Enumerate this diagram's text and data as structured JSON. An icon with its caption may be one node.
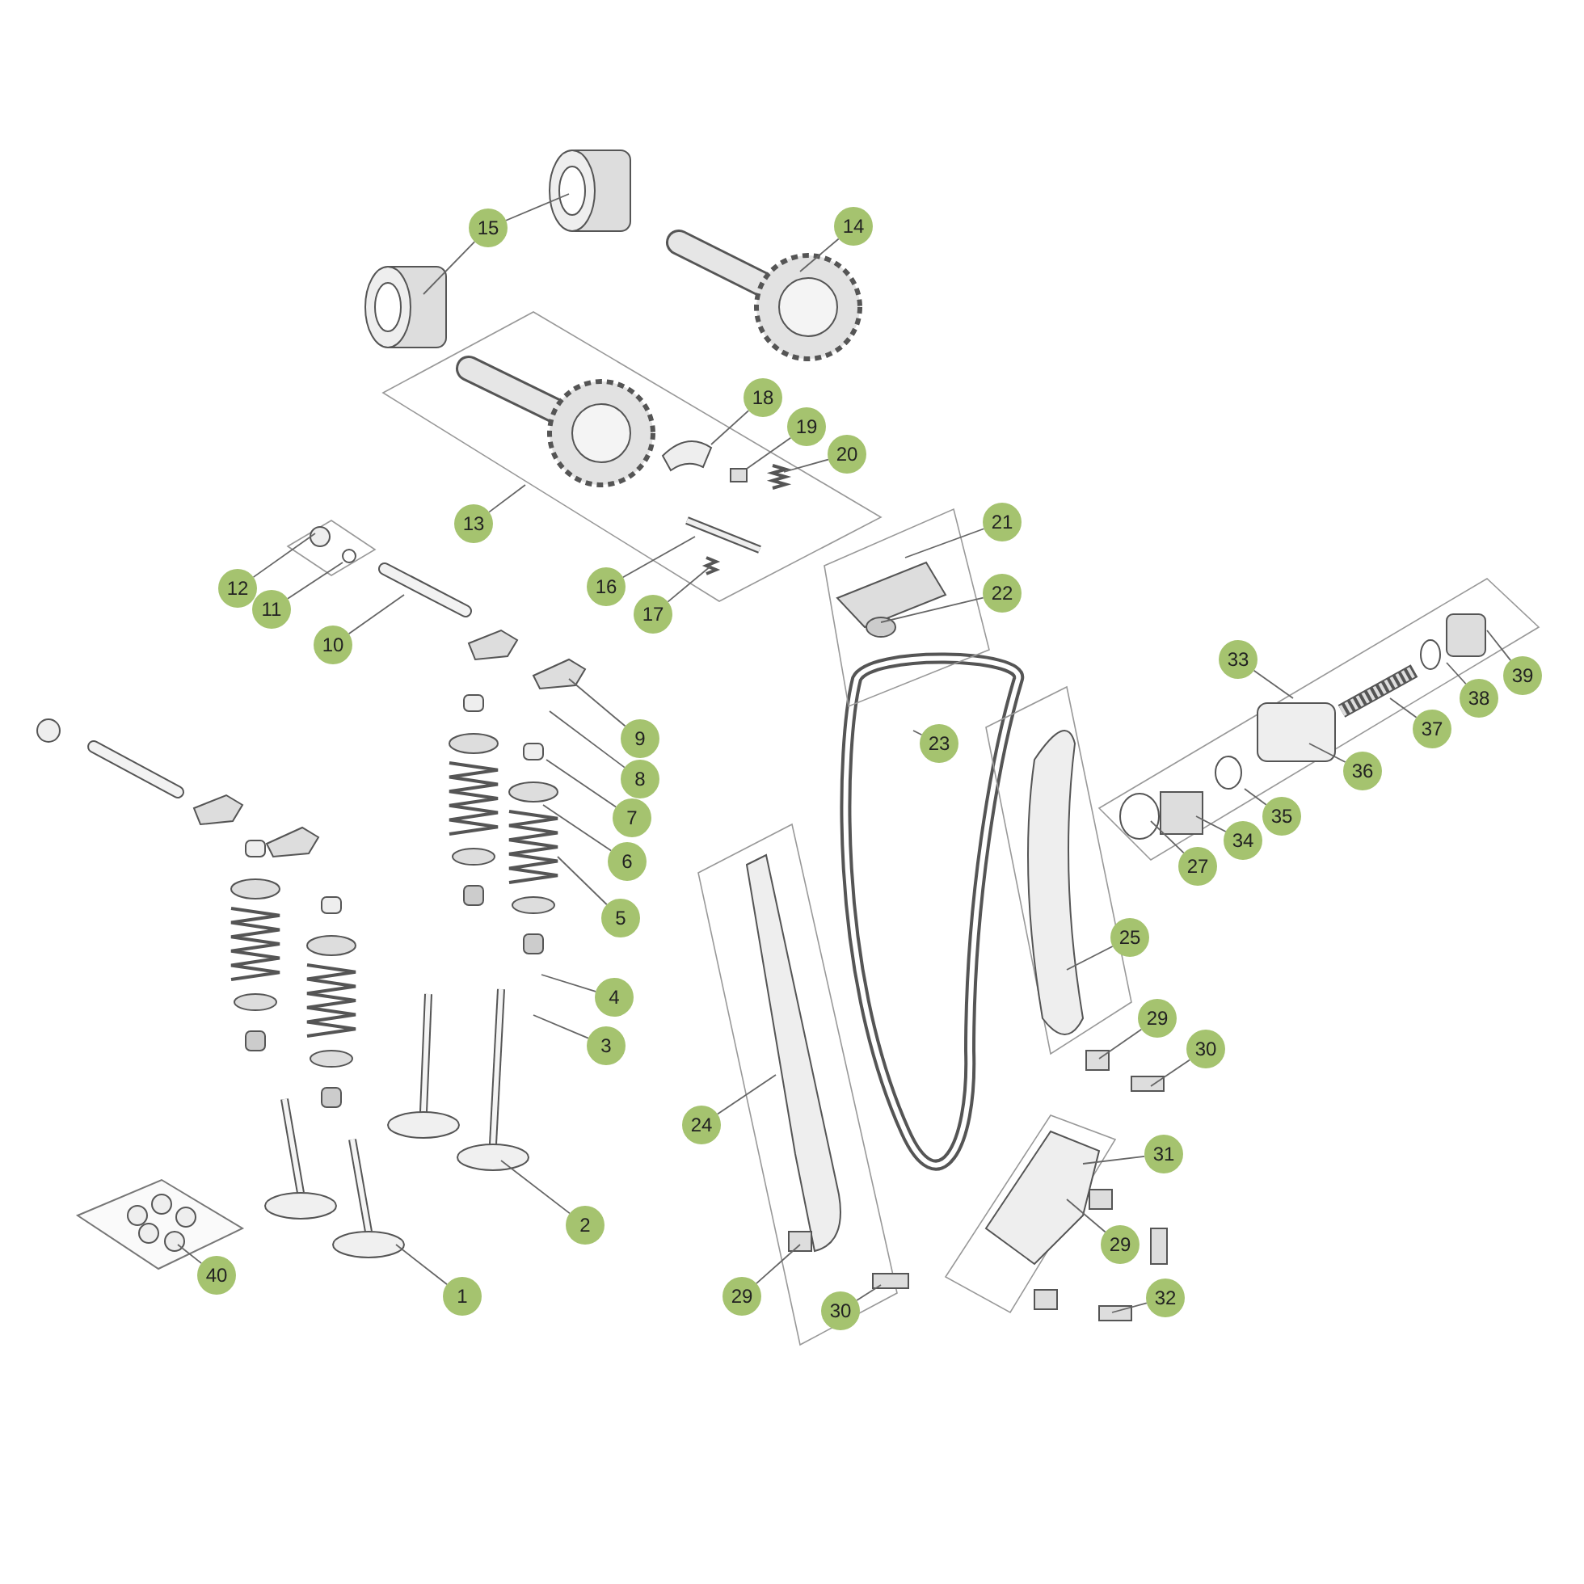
{
  "diagram": {
    "nodes": [
      {
        "text": [
          "15"
        ]
      },
      {
        "text": [
          "14"
        ]
      },
      {
        "text": [
          "18"
        ]
      },
      {
        "text": [
          "19"
        ]
      },
      {
        "text": [
          "20"
        ]
      },
      {
        "text": [
          "13"
        ]
      },
      {
        "text": [
          "21"
        ]
      },
      {
        "text": [
          "16"
        ]
      },
      {
        "text": [
          "12"
        ]
      },
      {
        "text": [
          "22"
        ]
      },
      {
        "text": [
          "17"
        ]
      },
      {
        "text": [
          "11"
        ]
      },
      {
        "text": [
          "10"
        ]
      },
      {
        "text": [
          "33"
        ]
      },
      {
        "text": [
          "39"
        ]
      },
      {
        "text": [
          "38"
        ]
      },
      {
        "text": [
          "9"
        ]
      },
      {
        "text": [
          "23"
        ]
      },
      {
        "text": [
          "37"
        ]
      },
      {
        "text": [
          "8"
        ]
      },
      {
        "text": [
          "36"
        ]
      },
      {
        "text": [
          "7"
        ]
      },
      {
        "text": [
          "35"
        ]
      },
      {
        "text": [
          "34"
        ]
      },
      {
        "text": [
          "6"
        ]
      },
      {
        "text": [
          "27"
        ]
      },
      {
        "text": [
          "5"
        ]
      },
      {
        "text": [
          "25"
        ]
      },
      {
        "text": [
          "4"
        ]
      },
      {
        "text": [
          "29"
        ]
      },
      {
        "text": [
          "3"
        ]
      },
      {
        "text": [
          "30"
        ]
      },
      {
        "text": [
          "24"
        ]
      },
      {
        "text": [
          "31"
        ]
      },
      {
        "text": [
          "2"
        ]
      },
      {
        "text": [
          "29"
        ]
      },
      {
        "text": [
          "40"
        ]
      },
      {
        "text": [
          "1"
        ]
      },
      {
        "text": [
          "29"
        ]
      },
      {
        "text": [
          "32"
        ]
      },
      {
        "text": [
          "30"
        ]
      }
    ],
    "edges": [
      {
        "from": 0,
        "to": null,
        "arrow": "none"
      },
      {
        "from": 0,
        "to": null,
        "arrow": "none"
      },
      {
        "from": 1,
        "to": null,
        "arrow": "none"
      },
      {
        "from": 2,
        "to": null,
        "arrow": "none"
      },
      {
        "from": 3,
        "to": null,
        "arrow": "none"
      },
      {
        "from": 4,
        "to": null,
        "arrow": "none"
      },
      {
        "from": 5,
        "to": null,
        "arrow": "none"
      },
      {
        "from": 6,
        "to": null,
        "arrow": "none"
      },
      {
        "from": 7,
        "to": null,
        "arrow": "none"
      },
      {
        "from": 8,
        "to": null,
        "arrow": "none"
      },
      {
        "from": 9,
        "to": null,
        "arrow": "none"
      },
      {
        "from": 10,
        "to": null,
        "arrow": "none"
      },
      {
        "from": 11,
        "to": null,
        "arrow": "none"
      },
      {
        "from": 12,
        "to": null,
        "arrow": "none"
      },
      {
        "from": 13,
        "to": null,
        "arrow": "none"
      },
      {
        "from": 14,
        "to": null,
        "arrow": "none"
      },
      {
        "from": 15,
        "to": null,
        "arrow": "none"
      },
      {
        "from": 16,
        "to": null,
        "arrow": "none"
      },
      {
        "from": 17,
        "to": null,
        "arrow": "none"
      },
      {
        "from": 18,
        "to": null,
        "arrow": "none"
      },
      {
        "from": 19,
        "to": null,
        "arrow": "none"
      },
      {
        "from": 20,
        "to": null,
        "arrow": "none"
      },
      {
        "from": 21,
        "to": null,
        "arrow": "none"
      },
      {
        "from": 22,
        "to": null,
        "arrow": "none"
      },
      {
        "from": 23,
        "to": null,
        "arrow": "none"
      },
      {
        "from": 24,
        "to": null,
        "arrow": "none"
      },
      {
        "from": 25,
        "to": null,
        "arrow": "none"
      },
      {
        "from": 26,
        "to": null,
        "arrow": "none"
      },
      {
        "from": 27,
        "to": null,
        "arrow": "none"
      },
      {
        "from": 28,
        "to": null,
        "arrow": "none"
      },
      {
        "from": 29,
        "to": null,
        "arrow": "none"
      },
      {
        "from": 30,
        "to": null,
        "arrow": "none"
      },
      {
        "from": 31,
        "to": null,
        "arrow": "none"
      },
      {
        "from": 32,
        "to": null,
        "arrow": "none"
      },
      {
        "from": 33,
        "to": null,
        "arrow": "none"
      },
      {
        "from": 34,
        "to": null,
        "arrow": "none"
      },
      {
        "from": 35,
        "to": null,
        "arrow": "none"
      },
      {
        "from": 36,
        "to": null,
        "arrow": "none"
      },
      {
        "from": 37,
        "to": null,
        "arrow": "none"
      },
      {
        "from": 38,
        "to": null,
        "arrow": "none"
      },
      {
        "from": 39,
        "to": null,
        "arrow": "none"
      },
      {
        "from": 40,
        "to": null,
        "arrow": "none"
      }
    ]
  }
}
